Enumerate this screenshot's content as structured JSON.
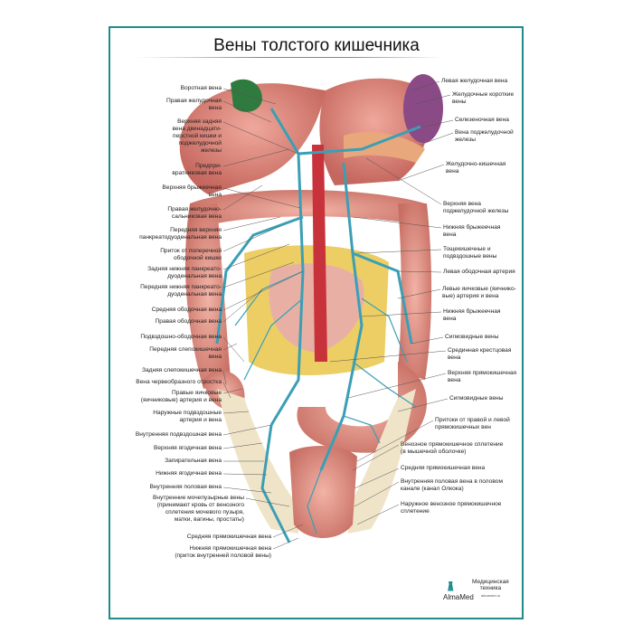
{
  "title": "Вены толстого кишечника",
  "labels_left": [
    "Воротная вена",
    "Правая желудочная\nвена",
    "Верхняя задняя\nвена двенадцати-\nперстной кишки и\nподжелудочной\nжелезы",
    "Предпри-\nвратниковая вена",
    "Верхняя брыжеечная\nвена",
    "Правая желудочно-\nсальниковая вена",
    "Передняя верхняя\nпанкреатодуоденальная вена",
    "Приток от поперечной\nободочной кишки",
    "Задняя нижняя панкреато-\nдуоденальная вена",
    "Передняя нижняя панкреато-\nдуоденальная вена",
    "Средняя ободочная вена",
    "Правая ободочная вена",
    "Подвздошно-ободочная вена",
    "Передняя слепокишечная\nвена",
    "Задняя слепокишечная вена",
    "Вена червеобразного отростка",
    "Правые яичковые\n(яичниковые) артерия и вена",
    "Наружные подвздошные\nартерия и вена",
    "Внутренняя подвздошная вена",
    "Верхняя ягодичная вена",
    "Запирательная вена",
    "Нижняя ягодичная вена",
    "Внутренняя половая вена",
    "Внутренние мочепузырные вены\n(принимают кровь от венозного\nсплетения мочевого пузыря,\nматки, вагины, простаты)",
    "Средняя прямокишечная вена",
    "Нижняя прямокишечная вена\n(приток внутренней половой вены)"
  ],
  "labels_right": [
    "Левая желудочная вена",
    "Желудочные короткие\nвены",
    "Селезеночная вена",
    "Вена поджелудочной\nжелезы",
    "Желудочно-кишечная\nвена",
    "Верхняя вена\nподжелудочной железы",
    "Нижняя брыжеечная\nвена",
    "Тощекишечные и\nподвздошные вены",
    "Левая ободочная артерия",
    "Левые яичковые (яичнико-\nвые) артерия и вена",
    "Нижняя брыжеечная\nвена",
    "Сигмовидные вены",
    "Срединная крестцовая\nвена",
    "Верхняя прямокишечная\nвена",
    "Сигмовидные вены",
    "Притоки от правой и левой\nпрямокишечных вен",
    "Венозное прямокишечное сплетение\n(в мышечной оболочке)",
    "Средняя прямокишечная вена",
    "Внутренняя половая вена в половом\nканале (канал Олкока)",
    "Наружное венозное прямокишечное\nсплетение"
  ],
  "logo": {
    "brand": "AlmaMed",
    "tagline": "Медицинская\nтехника",
    "url": "almamed.ru"
  },
  "colors": {
    "frame": "#1f8b8d",
    "tissue": "#d9837a",
    "vein": "#3a9fb5",
    "fat": "#e9c54a",
    "spleen": "#8a4a86",
    "gallbladder": "#2f7a3e"
  }
}
